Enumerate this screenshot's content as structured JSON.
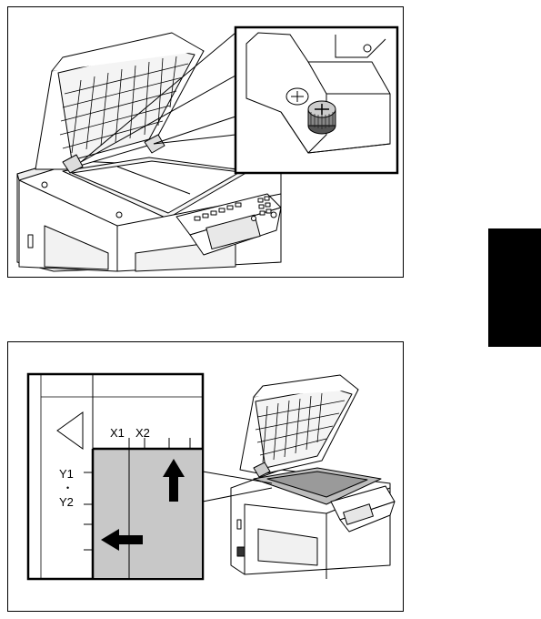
{
  "figure2": {
    "labels": {
      "x1": "X1",
      "x2": "X2",
      "y1": "Y1",
      "y_sep": "•",
      "y2": "Y2"
    }
  },
  "icons": {
    "fig1_screw": "screw-icon",
    "fig2_up_arrow": "up-arrow-icon",
    "fig2_left_arrow": "left-arrow-icon"
  },
  "colors": {
    "tab": "#000000",
    "paper": "#c8c8c8"
  }
}
